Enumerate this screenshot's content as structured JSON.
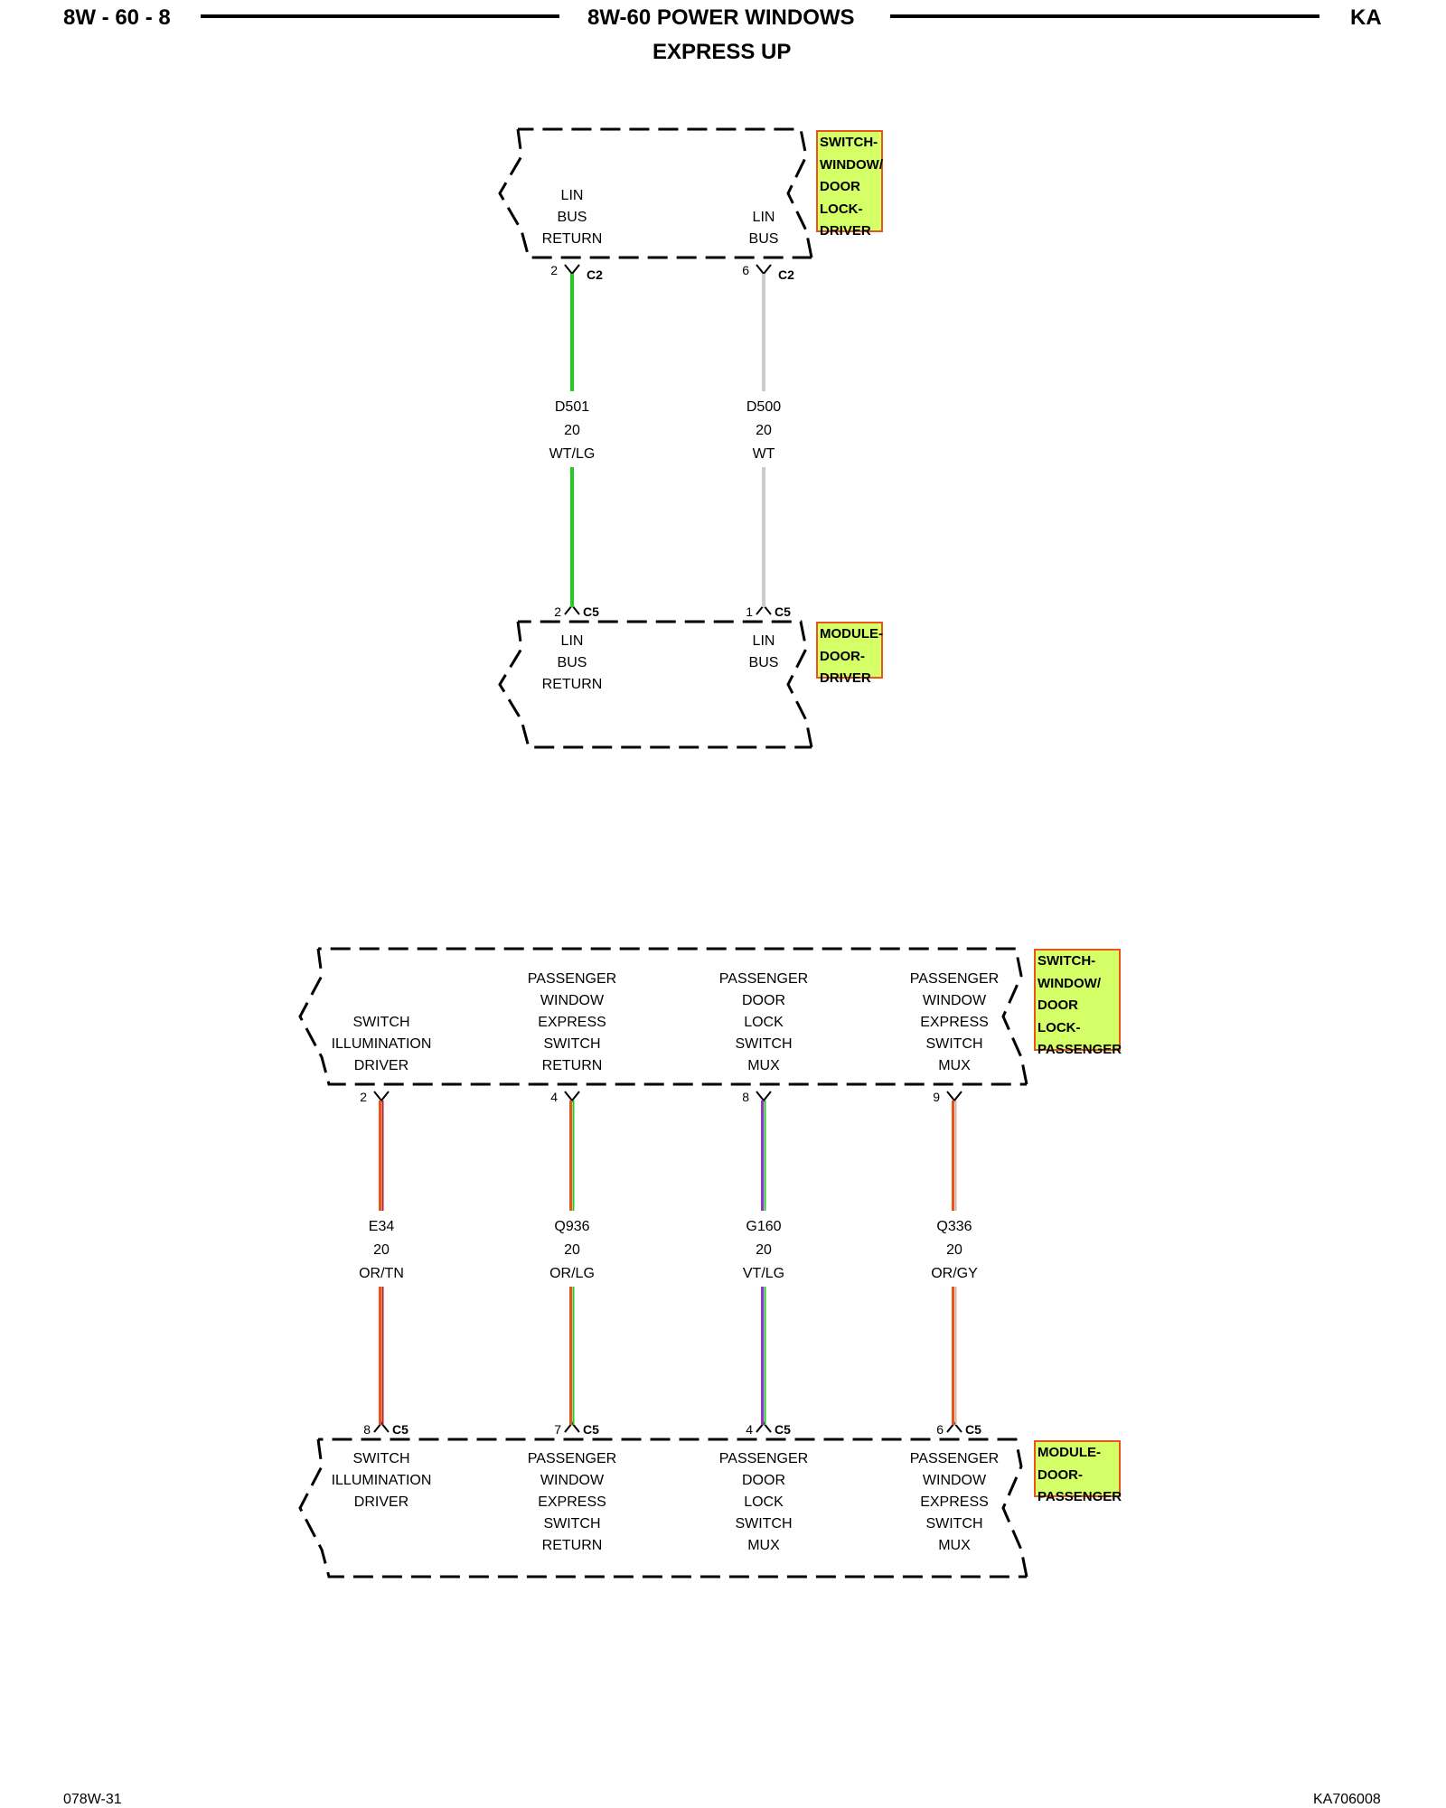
{
  "header": {
    "page_number": "8W - 60 - 8",
    "title": "8W-60 POWER WINDOWS",
    "subtitle": "EXPRESS UP",
    "model_code": "KA"
  },
  "footer": {
    "left_code": "078W-31",
    "right_code": "KA706008"
  },
  "diagram_top": {
    "top_component": {
      "label": [
        "SWITCH-",
        "WINDOW/",
        "DOOR",
        "LOCK-",
        "DRIVER"
      ],
      "label_color": "#d4ff66",
      "pins": [
        {
          "lines": [
            "LIN",
            "BUS",
            "RETURN"
          ]
        },
        {
          "lines": [
            "LIN",
            "BUS"
          ]
        }
      ]
    },
    "bottom_component": {
      "label": [
        "MODULE-",
        "DOOR-",
        "DRIVER"
      ],
      "label_color": "#d4ff66",
      "pins": [
        {
          "lines": [
            "LIN",
            "BUS",
            "RETURN"
          ]
        },
        {
          "lines": [
            "LIN",
            "BUS"
          ]
        }
      ]
    },
    "wires": [
      {
        "circuit": "D501",
        "gauge": "20",
        "color_code": "WT/LG",
        "colors": [
          "#22cc22"
        ],
        "top_pin": "2",
        "top_connector": "C2",
        "bottom_pin": "2",
        "bottom_connector": "C5"
      },
      {
        "circuit": "D500",
        "gauge": "20",
        "color_code": "WT",
        "colors": [
          "#cccccc"
        ],
        "top_pin": "6",
        "top_connector": "C2",
        "bottom_pin": "1",
        "bottom_connector": "C5"
      }
    ]
  },
  "diagram_bottom": {
    "top_component": {
      "label": [
        "SWITCH-",
        "WINDOW/",
        "DOOR",
        "LOCK-",
        "PASSENGER"
      ],
      "label_color": "#d4ff66",
      "pins": [
        {
          "lines": [
            "SWITCH",
            "ILLUMINATION",
            "DRIVER"
          ]
        },
        {
          "lines": [
            "PASSENGER",
            "WINDOW",
            "EXPRESS",
            "SWITCH",
            "RETURN"
          ]
        },
        {
          "lines": [
            "PASSENGER",
            "DOOR",
            "LOCK",
            "SWITCH",
            "MUX"
          ]
        },
        {
          "lines": [
            "PASSENGER",
            "WINDOW",
            "EXPRESS",
            "SWITCH",
            "MUX"
          ]
        }
      ]
    },
    "bottom_component": {
      "label": [
        "MODULE-",
        "DOOR-",
        "PASSENGER"
      ],
      "label_color": "#d4ff66",
      "pins": [
        {
          "lines": [
            "SWITCH",
            "ILLUMINATION",
            "DRIVER"
          ]
        },
        {
          "lines": [
            "PASSENGER",
            "WINDOW",
            "EXPRESS",
            "SWITCH",
            "RETURN"
          ]
        },
        {
          "lines": [
            "PASSENGER",
            "DOOR",
            "LOCK",
            "SWITCH",
            "MUX"
          ]
        },
        {
          "lines": [
            "PASSENGER",
            "WINDOW",
            "EXPRESS",
            "SWITCH",
            "MUX"
          ]
        }
      ]
    },
    "wires": [
      {
        "circuit": "E34",
        "gauge": "20",
        "color_code": "OR/TN",
        "colors": [
          "#e8541c",
          "#b22222"
        ],
        "top_pin": "2",
        "top_connector": "",
        "bottom_pin": "8",
        "bottom_connector": "C5"
      },
      {
        "circuit": "Q936",
        "gauge": "20",
        "color_code": "OR/LG",
        "colors": [
          "#e8541c",
          "#22cc22"
        ],
        "top_pin": "4",
        "top_connector": "",
        "bottom_pin": "7",
        "bottom_connector": "C5"
      },
      {
        "circuit": "G160",
        "gauge": "20",
        "color_code": "VT/LG",
        "colors": [
          "#9b30d0",
          "#22cc22"
        ],
        "top_pin": "8",
        "top_connector": "",
        "bottom_pin": "4",
        "bottom_connector": "C5"
      },
      {
        "circuit": "Q336",
        "gauge": "20",
        "color_code": "OR/GY",
        "colors": [
          "#e8541c",
          "#d9b3a0"
        ],
        "top_pin": "9",
        "top_connector": "",
        "bottom_pin": "6",
        "bottom_connector": "C5"
      }
    ]
  }
}
